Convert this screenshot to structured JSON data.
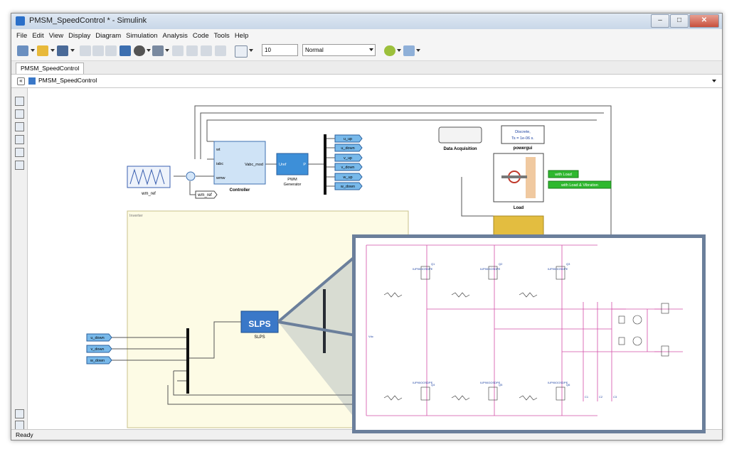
{
  "window": {
    "title": "PMSM_SpeedControl * - Simulink"
  },
  "menu": [
    "File",
    "Edit",
    "View",
    "Display",
    "Diagram",
    "Simulation",
    "Analysis",
    "Code",
    "Tools",
    "Help"
  ],
  "toolbar": {
    "stop_time": "10",
    "sim_mode": "Normal"
  },
  "tab": {
    "label": "PMSM_SpeedControl"
  },
  "address": {
    "path": "PMSM_SpeedControl"
  },
  "blocks": {
    "wm_ref_src": "wm_ref",
    "wm_ref_goto": "wm_ref",
    "controller_label": "Controller",
    "ctrl_in1": "wt",
    "ctrl_in2": "iabc",
    "ctrl_in3": "wmw",
    "ctrl_out": "Vabc_mod",
    "pwm_in": "Uref",
    "pwm_out": "P",
    "pwm_label": "PWM\nGenerator",
    "pwm_label_1": "PWM",
    "pwm_label_2": "Generator",
    "data_acq": "Data Acquisition",
    "powergui_line1": "Discrete,",
    "powergui_line2": "Ts = 1e-06 s.",
    "powergui": "powergui",
    "load_label": "Load",
    "with_load": "with Load",
    "with_load_vib": "with Load & Vibration",
    "inverter_label": "Inverter",
    "slps_text": "SLPS",
    "slps_label": "SLPS",
    "gates_top": [
      "u_up",
      "u_down",
      "v_up",
      "v_down",
      "w_up",
      "w_down"
    ],
    "gates_left": [
      "u_down",
      "v_down",
      "w_down"
    ]
  },
  "inset": {
    "supply_label": "Vdc",
    "transistors_top": [
      "Q1",
      "Q2",
      "Q3"
    ],
    "transistors_bottom": [
      "Q4",
      "Q5",
      "Q6"
    ],
    "part": "IUP90OOSDPE",
    "capacitors": [
      "C1",
      "C2",
      "C3"
    ]
  },
  "status": {
    "text": "Ready"
  },
  "colors": {
    "goto_tag": "#78b9ea",
    "block_blue": "#3d8fd8",
    "subsystem_yellow": "#fdfbe5",
    "motor_block": "#e3bd40",
    "green_tag": "#2fb82f",
    "schematic_wire": "#d34fa9"
  }
}
